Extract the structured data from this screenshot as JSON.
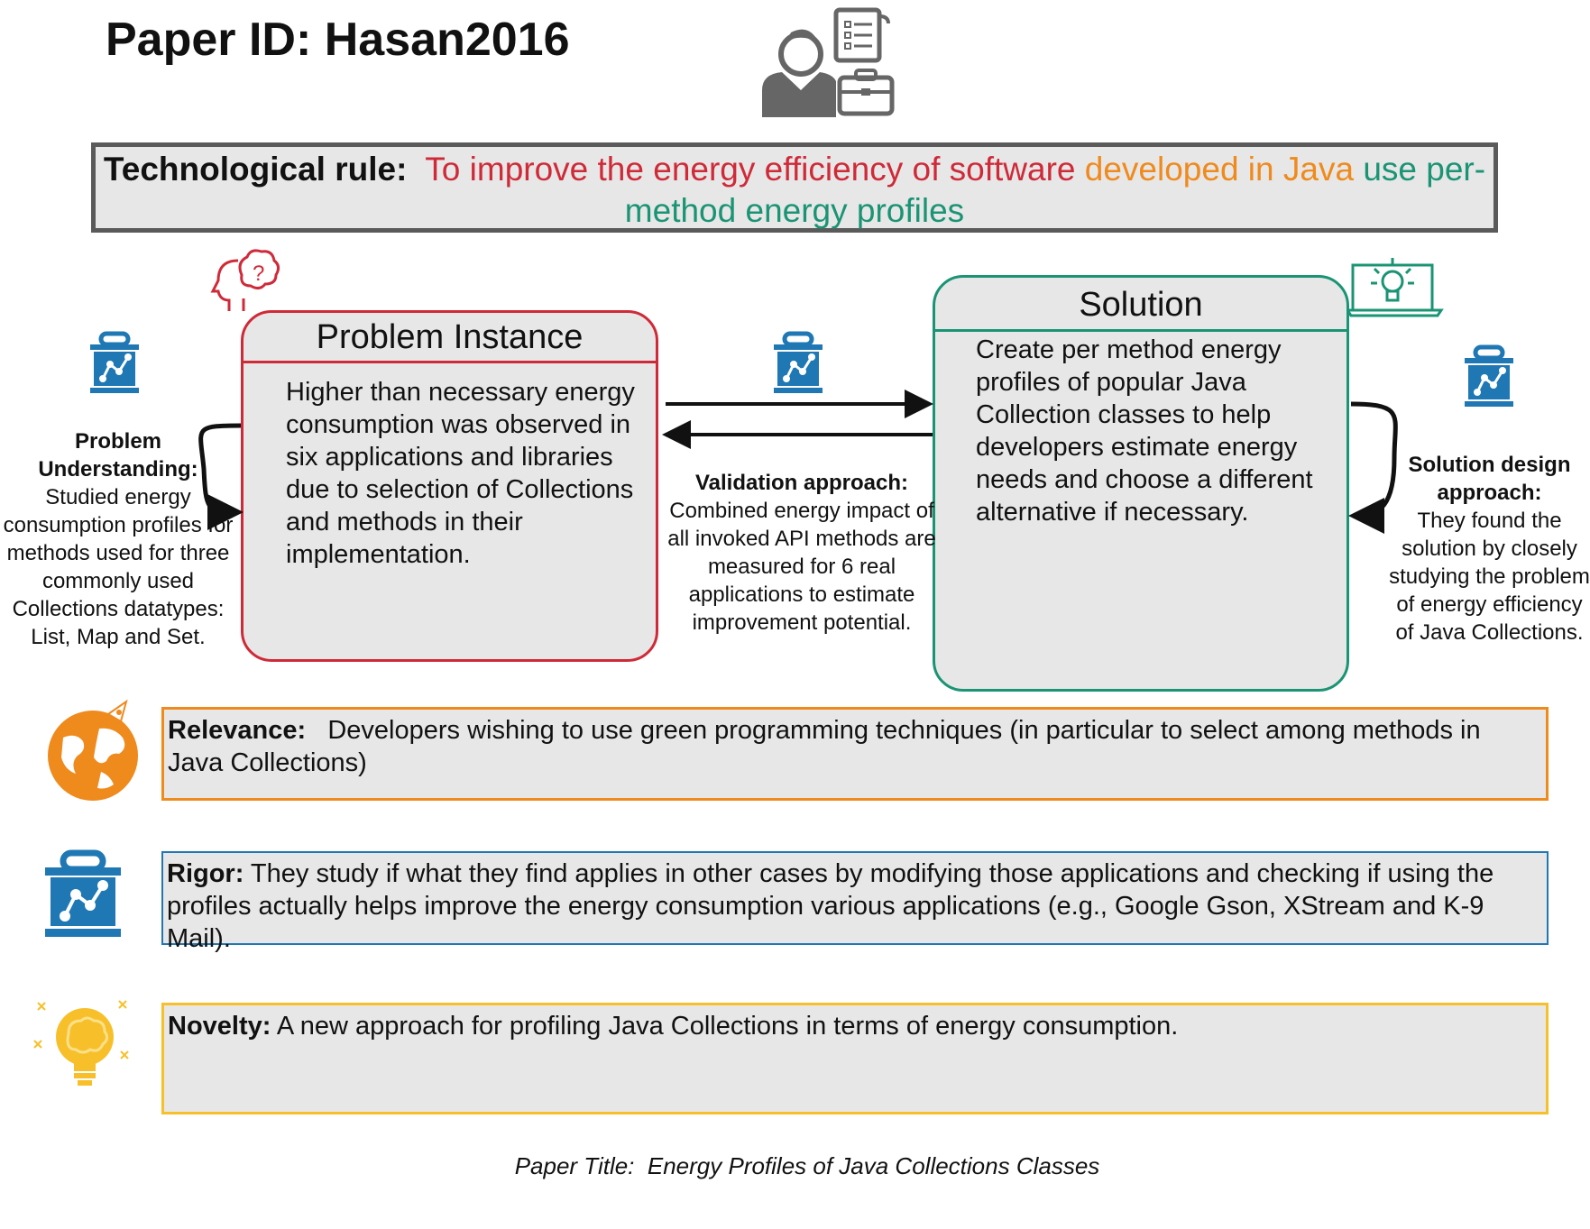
{
  "header": {
    "paper_id_label": "Paper ID:",
    "paper_id": "Hasan2016",
    "icons": [
      "researcher-briefcase-icon"
    ]
  },
  "technological_rule": {
    "label": "Technological rule:",
    "goal": "To improve the energy efficiency of software",
    "context": "developed in Java",
    "intervention_prefix": "use",
    "intervention": "per-method energy profiles"
  },
  "problem_instance": {
    "title": "Problem Instance",
    "text": "Higher than necessary energy consumption was observed in six applications and libraries due to selection of Collections and methods in their implementation.",
    "icon": "thinking-head-icon"
  },
  "solution": {
    "title": "Solution",
    "text": "Create per method energy profiles of popular Java Collection classes to help developers estimate energy needs and choose a different alternative if necessary.",
    "icon": "lightbulb-laptop-icon"
  },
  "problem_understanding": {
    "label": "Problem Understanding:",
    "text": "Studied energy consumption profiles for methods used for three commonly used Collections datatypes: List, Map and Set."
  },
  "validation": {
    "label": "Validation approach:",
    "text": "Combined energy impact of all invoked API methods are measured for 6 real applications to estimate improvement potential."
  },
  "solution_design": {
    "label": "Solution design approach:",
    "text": "They found the solution by closely studying the problem of energy efficiency of Java Collections."
  },
  "relevance": {
    "label": "Relevance:",
    "text": "Developers wishing to use green programming techniques (in particular to select among methods in Java Collections)"
  },
  "rigor": {
    "label": "Rigor:",
    "text": "They study if what they find applies in other cases by modifying those applications and checking if using the profiles actually helps improve the energy consumption various applications (e.g., Google Gson, XStream and K-9 Mail)."
  },
  "novelty": {
    "label": "Novelty:",
    "text": "A new approach for profiling Java Collections in terms of energy consumption."
  },
  "footer": {
    "paper_title_label": "Paper Title:",
    "paper_title": "Energy Profiles of Java Collections Classes"
  },
  "colors": {
    "problem": "#cf2a38",
    "context": "#ef8a1d",
    "solution": "#1a9474",
    "rigor": "#1f78b4",
    "novelty": "#f7c02a",
    "box_fill": "#e7e7e7",
    "rule_border": "#5a5a5a"
  }
}
